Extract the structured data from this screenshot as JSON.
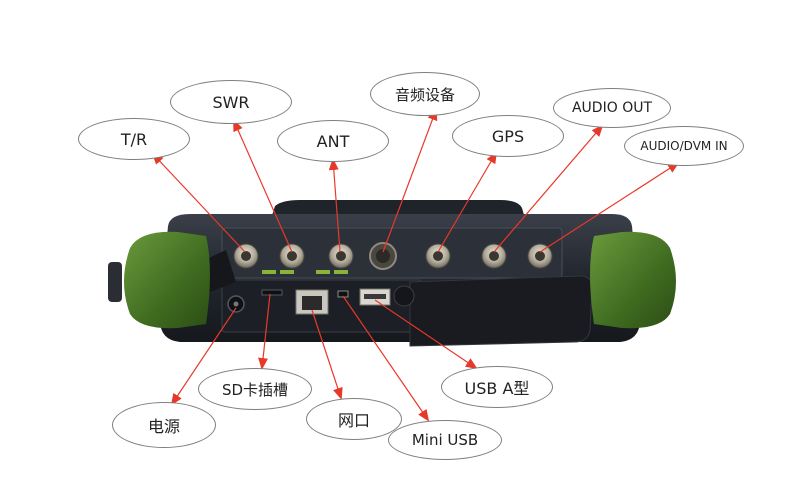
{
  "labels": {
    "tr": "T/R",
    "swr": "SWR",
    "ant": "ANT",
    "audio_device": "音频设备",
    "gps": "GPS",
    "audio_out": "AUDIO OUT",
    "audio_dvm_in": "AUDIO/DVM IN",
    "sd_slot": "SD卡插槽",
    "power": "电源",
    "network_port": "网口",
    "mini_usb": "Mini USB",
    "usb_a": "USB A型"
  },
  "colors": {
    "arrow": "#e8382a",
    "device_body": "#2b2f38",
    "bumper_green": "#4f7f2a",
    "connector_metal": "#b9b3a4",
    "label_border": "#7f7f7f"
  }
}
